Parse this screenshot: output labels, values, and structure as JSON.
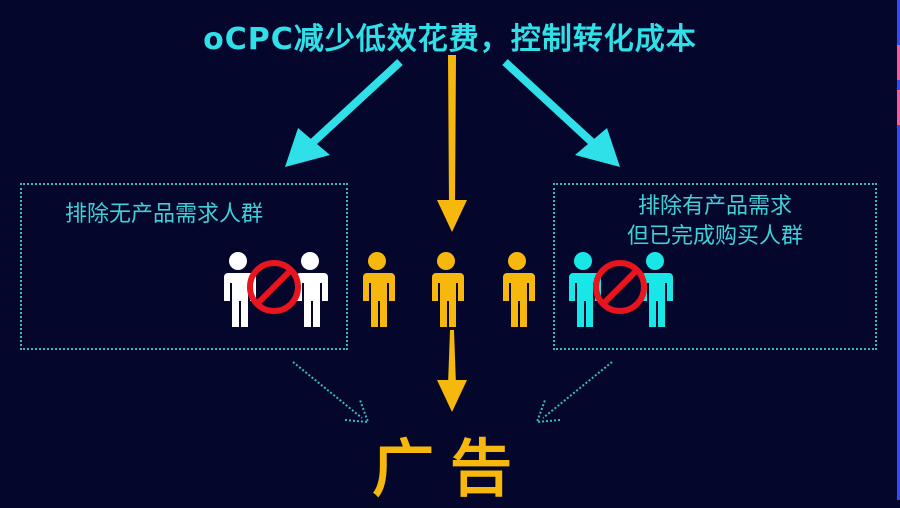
{
  "title": "oCPC减少低效花费，控制转化成本",
  "left_box": {
    "label": "排除无产品需求人群"
  },
  "right_box": {
    "line1": "排除有产品需求",
    "line2": "但已完成购买人群"
  },
  "result": "广告",
  "colors": {
    "background": "#04062c",
    "cyan": "#2fe0e8",
    "gold": "#f6b80c",
    "red": "#e8141e",
    "white": "#ffffff",
    "person_cyan": "#19e6e6"
  }
}
